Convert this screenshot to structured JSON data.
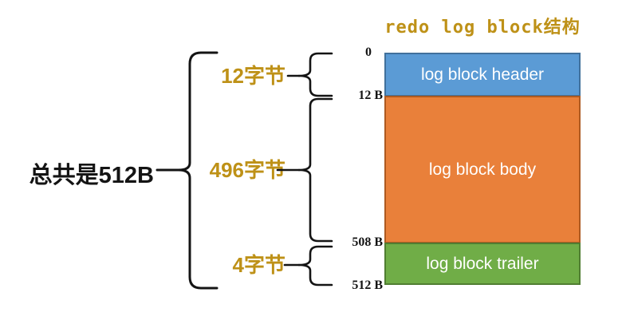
{
  "title": "redo log block结构",
  "total_label": "总共是512B",
  "size_labels": {
    "header": "12字节",
    "body": "496字节",
    "trailer": "4字节"
  },
  "ticks": {
    "start": "0",
    "after_header": "12 B",
    "after_body": "508 B",
    "end": "512 B"
  },
  "blocks": {
    "header": {
      "label": "log block header",
      "fill": "#5B9BD5",
      "border": "#41719C"
    },
    "body": {
      "label": "log block body",
      "fill": "#E9803A",
      "border": "#AE5A21"
    },
    "trailer": {
      "label": "log block trailer",
      "fill": "#70AD47",
      "border": "#507E32"
    }
  },
  "colors": {
    "gold": "#BE9117",
    "line": "#141414"
  }
}
